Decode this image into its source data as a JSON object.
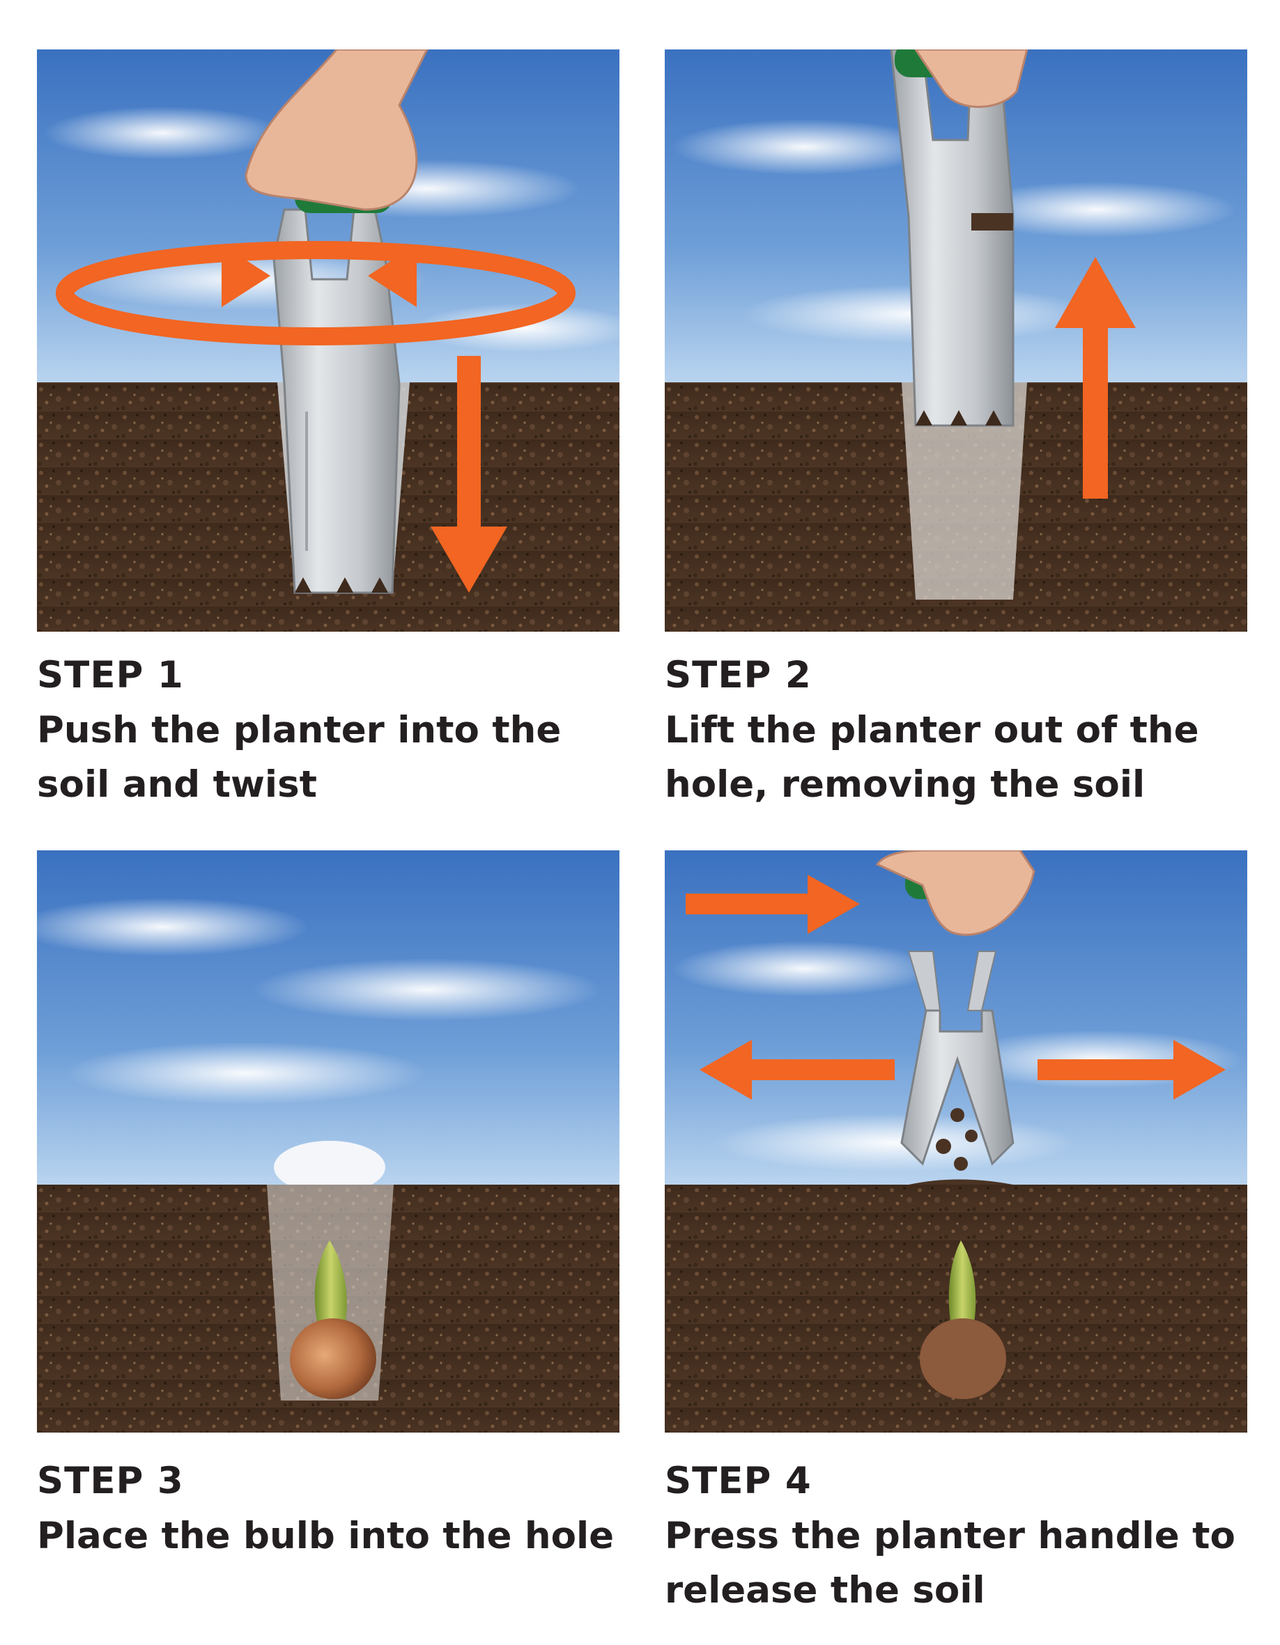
{
  "steps": [
    {
      "title": "STEP 1",
      "text": "Push the planter into the soil and twist"
    },
    {
      "title": "STEP 2",
      "text": "Lift the planter out of the hole, removing the soil"
    },
    {
      "title": "STEP 3",
      "text": "Place the bulb into the hole"
    },
    {
      "title": "STEP 4",
      "text": "Press the planter handle to release the soil"
    }
  ],
  "colors": {
    "sky_top": "#3f78c4",
    "sky_bottom": "#a9c9ea",
    "soil": "#4a3323",
    "arrow": "#f26522",
    "handle": "#1f7a3a",
    "metal": "#c9ccd0",
    "bulb": "#b06a3e",
    "sprout": "#a7b84a"
  },
  "icons": [
    "planter-tool-icon",
    "hand-icon",
    "arrow-icon",
    "bulb-icon"
  ]
}
